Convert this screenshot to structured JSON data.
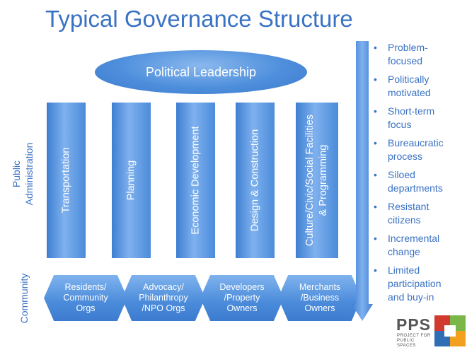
{
  "title": "Typical Governance Structure",
  "leadership": "Political Leadership",
  "side_labels": {
    "public_admin_1": "Public",
    "public_admin_2": "Administration",
    "community": "Community"
  },
  "departments": [
    {
      "line1": "Transportation",
      "line2": ""
    },
    {
      "line1": "Planning",
      "line2": ""
    },
    {
      "line1": "Economic Development",
      "line2": ""
    },
    {
      "line1": "Design & Construction",
      "line2": ""
    },
    {
      "line1": "Culture/Civic/Social Facilities",
      "line2": "& Programming"
    }
  ],
  "community_groups": [
    {
      "line1": "Residents/",
      "line2": "Community",
      "line3": "Orgs"
    },
    {
      "line1": "Advocacy/",
      "line2": "Philanthropy",
      "line3": "/NPO Orgs"
    },
    {
      "line1": "Developers",
      "line2": "/Property",
      "line3": "Owners"
    },
    {
      "line1": "Merchants",
      "line2": "/Business",
      "line3": "Owners"
    }
  ],
  "bullets": [
    {
      "line1": "Problem-",
      "line2": "focused"
    },
    {
      "line1": "Politically",
      "line2": "motivated"
    },
    {
      "line1": "Short-term",
      "line2": "focus"
    },
    {
      "line1": "Bureaucratic",
      "line2": "process"
    },
    {
      "line1": "Siloed",
      "line2": "departments"
    },
    {
      "line1": "Resistant",
      "line2": "citizens"
    },
    {
      "line1": "Incremental",
      "line2": "change"
    },
    {
      "line1": "Limited",
      "line2": "participation",
      "line3": "and buy-in"
    }
  ],
  "bullet_marker": "•",
  "logo": {
    "name": "PPS",
    "sub1": "PROJECT FOR",
    "sub2": "PUBLIC",
    "sub3": "SPACES"
  },
  "colors": {
    "title": "#3a72c4",
    "shape_fill": "#4b8bda",
    "logo_red": "#d23a2f",
    "logo_green": "#7ab648",
    "logo_blue": "#2f6db5",
    "logo_orange": "#f2a11f"
  }
}
